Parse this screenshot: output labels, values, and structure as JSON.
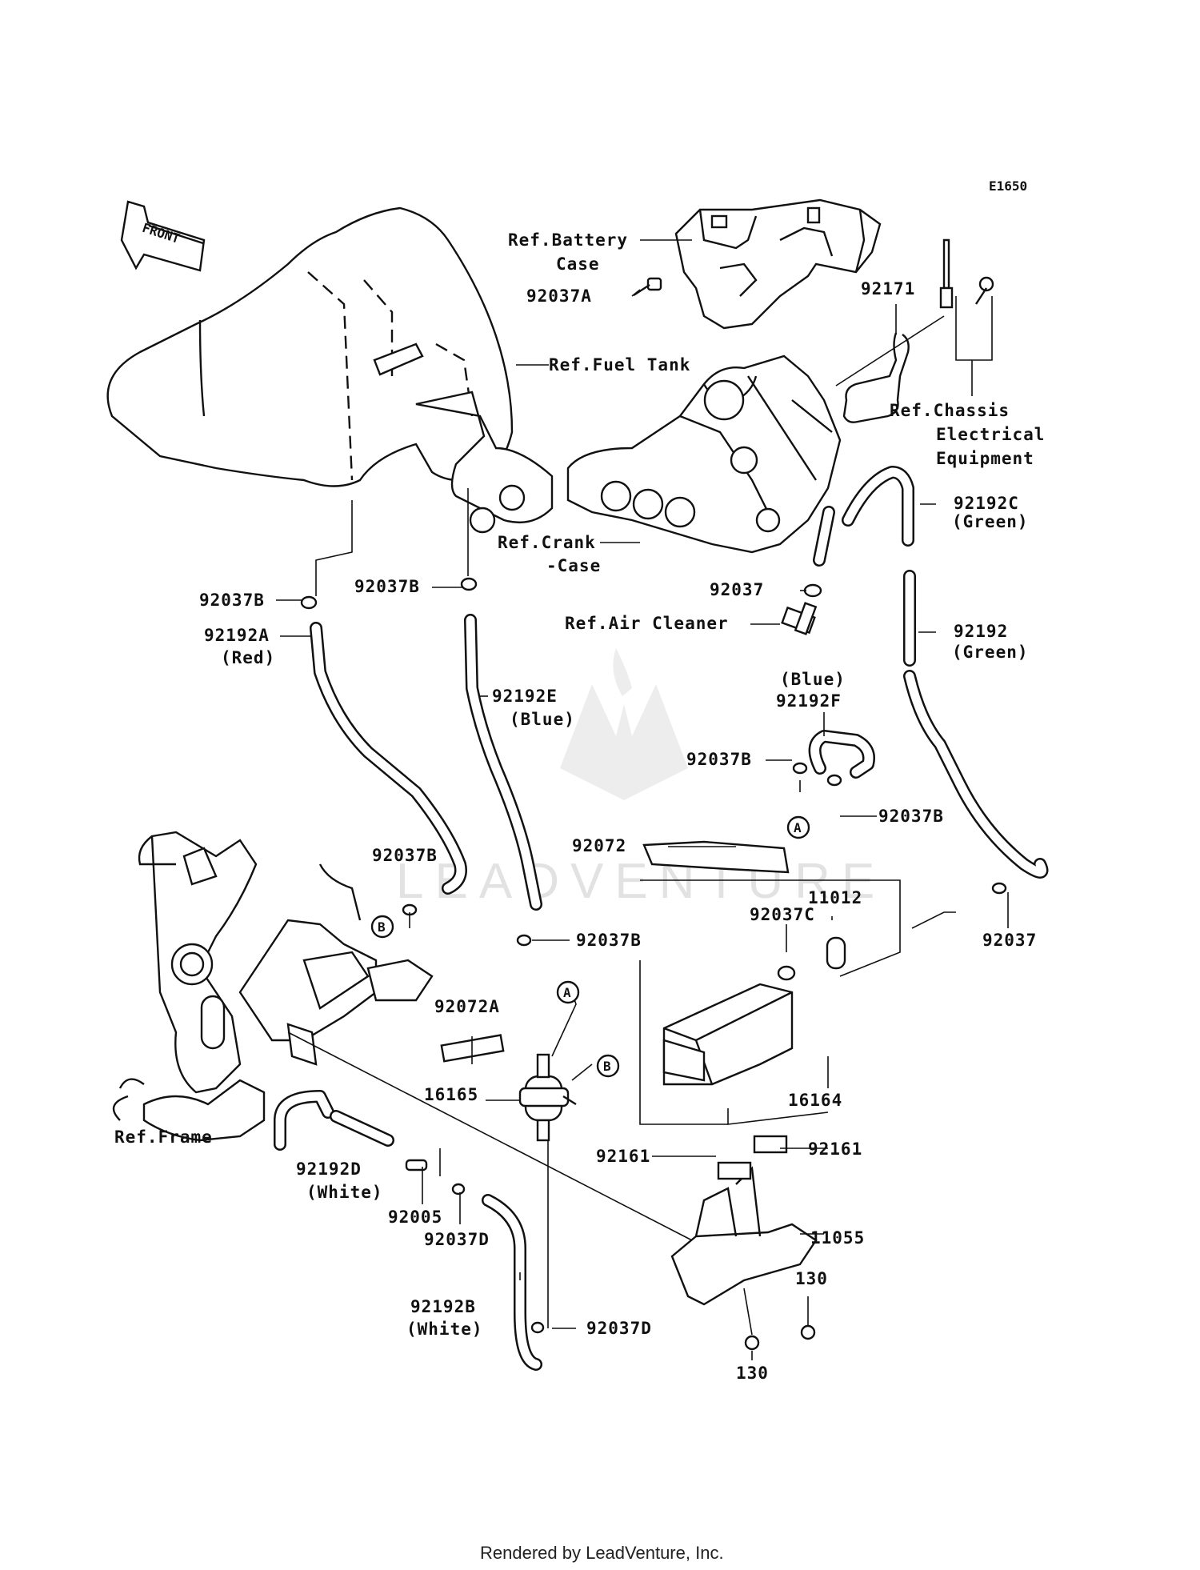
{
  "diagram_code": "E1650",
  "front_arrow": "FRONT",
  "watermark": "LEADVENTURE",
  "footer": "Rendered by LeadVenture, Inc.",
  "callouts": {
    "A": "A",
    "B": "B"
  },
  "labels": {
    "ref_battery_case_1": "Ref.Battery",
    "ref_battery_case_2": "Case",
    "p92037A": "92037A",
    "ref_fuel_tank": "Ref.Fuel Tank",
    "p92171": "92171",
    "ref_chassis_1": "Ref.Chassis",
    "ref_chassis_2": "Electrical",
    "ref_chassis_3": "Equipment",
    "p92192C": "92192C",
    "p92192C_color": "(Green)",
    "ref_crankcase_1": "Ref.Crank",
    "ref_crankcase_2": "-Case",
    "p92037_top": "92037",
    "ref_air_cleaner": "Ref.Air Cleaner",
    "p92192": "92192",
    "p92192_color": "(Green)",
    "p92192F_color": "(Blue)",
    "p92192F": "92192F",
    "p92037B_left": "92037B",
    "p92037B_mid": "92037B",
    "p92192A": "92192A",
    "p92192A_color": "(Red)",
    "p92192E": "92192E",
    "p92192E_color": "(Blue)",
    "p92037B_f1": "92037B",
    "p92037B_f2": "92037B",
    "p92072": "92072",
    "p92037B_hose_left": "92037B",
    "p92037B_center": "92037B",
    "p11012": "11012",
    "p92037C": "92037C",
    "p92037_right": "92037",
    "p92072A": "92072A",
    "p16165": "16165",
    "p16164": "16164",
    "ref_frame": "Ref.Frame",
    "p92161_left": "92161",
    "p92161_right": "92161",
    "p92192D": "92192D",
    "p92192D_color": "(White)",
    "p92005": "92005",
    "p92037D_left": "92037D",
    "p11055": "11055",
    "p130_top": "130",
    "p130_bottom": "130",
    "p92192B": "92192B",
    "p92192B_color": "(White)",
    "p92037D_bottom": "92037D"
  }
}
